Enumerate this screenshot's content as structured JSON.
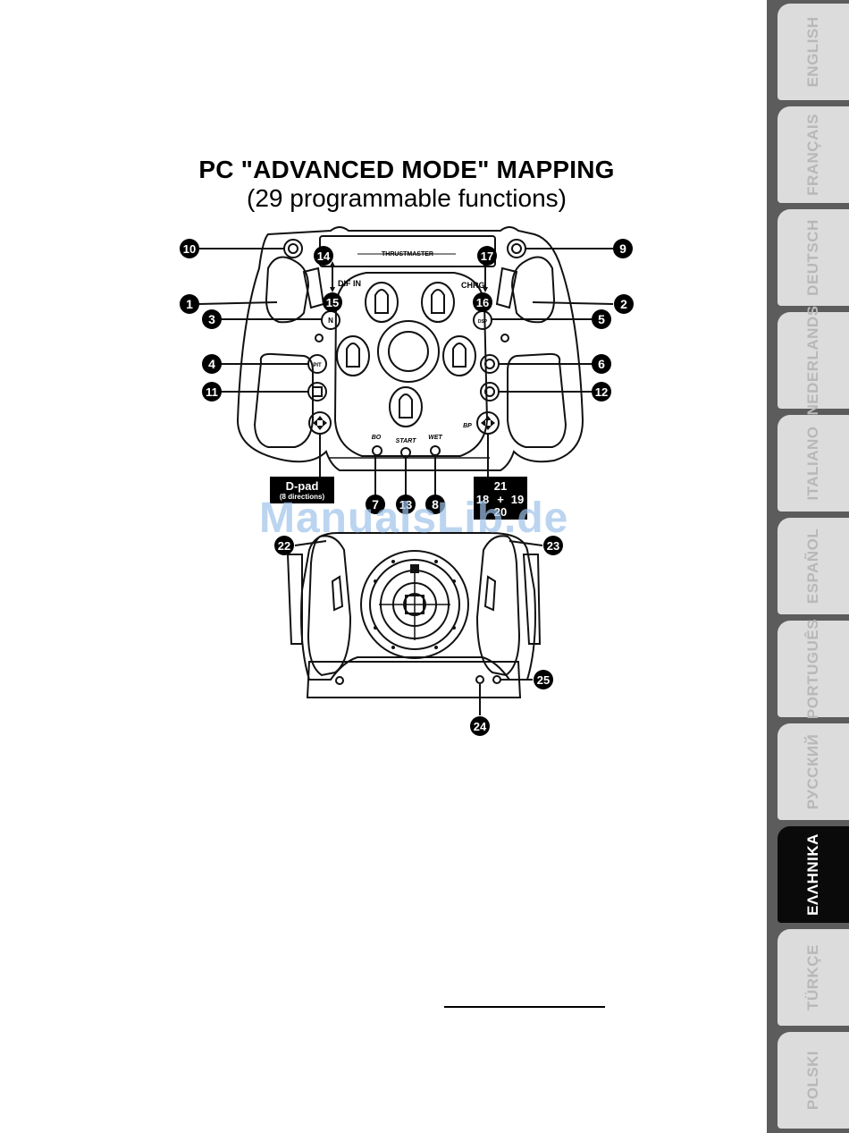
{
  "title": "PC \"ADVANCED MODE\" MAPPING",
  "subtitle": "(29 programmable functions)",
  "watermark": "ManualsLib.de",
  "wheel": {
    "brand": "THRUSTMASTER",
    "labels": {
      "dif_in": "DIF IN",
      "chrg": "CHRG",
      "bo": "BO",
      "start": "START",
      "wet": "WET",
      "bp": "BP"
    },
    "button_glyphs": {
      "n": "N",
      "pit": "PIT",
      "dsp": "DSP"
    }
  },
  "dpad_box": {
    "line1": "D-pad",
    "line2": "(8 directions)"
  },
  "right_pad_box": {
    "top": "21",
    "left": "18",
    "plus": "+",
    "right": "19",
    "bottom": "20"
  },
  "callouts": [
    "1",
    "2",
    "3",
    "4",
    "5",
    "6",
    "7",
    "8",
    "9",
    "10",
    "11",
    "12",
    "13",
    "14",
    "15",
    "16",
    "17",
    "22",
    "23",
    "24",
    "25"
  ],
  "languages": [
    "ENGLISH",
    "FRANÇAIS",
    "DEUTSCH",
    "NEDERLANDS",
    "ITALIANO",
    "ESPAÑOL",
    "PORTUGUÊS",
    "РУССКИЙ",
    "ΕΛΛΗΝΙΚΑ",
    "TÜRKÇE",
    "POLSKI"
  ],
  "active_language": "ΕΛΛΗΝΙΚΑ",
  "colors": {
    "ink": "#000000",
    "sidebar": "#5c5c5c",
    "tab": "#dcdcdc",
    "active_tab": "#0a0a0a",
    "watermark": "#9fc2ea"
  }
}
